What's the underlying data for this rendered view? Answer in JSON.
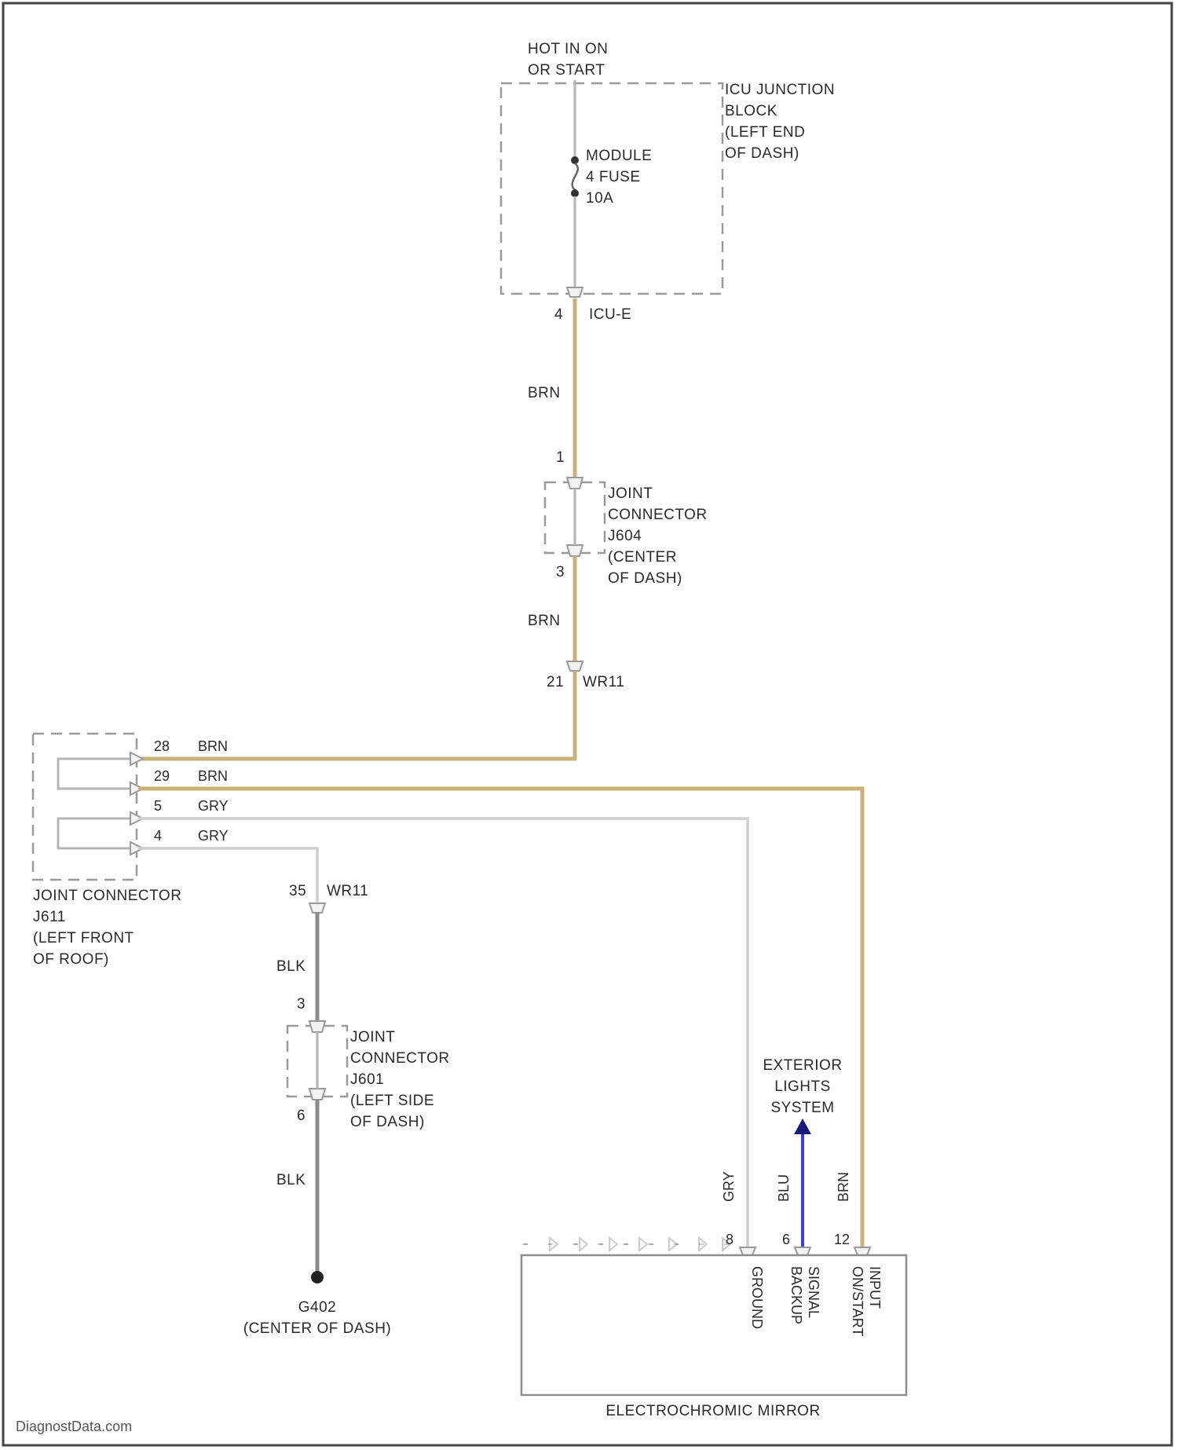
{
  "power_source": {
    "line1": "HOT IN ON",
    "line2": "OR START"
  },
  "junction_block": {
    "line1": "ICU JUNCTION",
    "line2": "BLOCK",
    "line3": "(LEFT END",
    "line4": "OF DASH)"
  },
  "fuse": {
    "line1": "MODULE",
    "line2": "4 FUSE",
    "line3": "10A"
  },
  "icu_connector": {
    "pin": "4",
    "name": "ICU-E"
  },
  "wire_labels": {
    "brn_top": "BRN",
    "brn_mid": "BRN",
    "blk_upper": "BLK",
    "blk_lower": "BLK",
    "gry_v": "GRY",
    "blu_v": "BLU",
    "brn_v": "BRN"
  },
  "joint_j604": {
    "pin_top": "1",
    "pin_bot": "3",
    "line1": "JOINT",
    "line2": "CONNECTOR",
    "line3": "J604",
    "line4": "(CENTER",
    "line5": "OF DASH)"
  },
  "wr11_a": {
    "pin": "21",
    "name": "WR11"
  },
  "wr11_b": {
    "pin": "35",
    "name": "WR11"
  },
  "joint_j611": {
    "pins": [
      {
        "pin": "28",
        "color": "BRN"
      },
      {
        "pin": "29",
        "color": "BRN"
      },
      {
        "pin": "5",
        "color": "GRY"
      },
      {
        "pin": "4",
        "color": "GRY"
      }
    ],
    "line1": "JOINT CONNECTOR",
    "line2": "J611",
    "line3": "(LEFT FRONT",
    "line4": "OF ROOF)"
  },
  "joint_j601": {
    "pin_top": "3",
    "pin_bot": "6",
    "line1": "JOINT",
    "line2": "CONNECTOR",
    "line3": "J601",
    "line4": "(LEFT SIDE",
    "line5": "OF DASH)"
  },
  "ground": {
    "line1": "G402",
    "line2": "(CENTER OF DASH)"
  },
  "exterior": {
    "line1": "EXTERIOR",
    "line2": "LIGHTS",
    "line3": "SYSTEM"
  },
  "mirror": {
    "name": "ELECTROCHROMIC MIRROR",
    "pin_ground": "8",
    "pin_backup": "6",
    "pin_input": "12",
    "func_ground": "GROUND",
    "func_backup_1": "BACKUP",
    "func_backup_2": "SIGNAL",
    "func_input_1": "ON/START",
    "func_input_2": "INPUT"
  },
  "watermark": "DiagnostData.com",
  "colors": {
    "brn": "#c8b27a",
    "gry": "#cfcfcf",
    "blk": "#8a8a8a",
    "blu": "#3a3aee"
  }
}
